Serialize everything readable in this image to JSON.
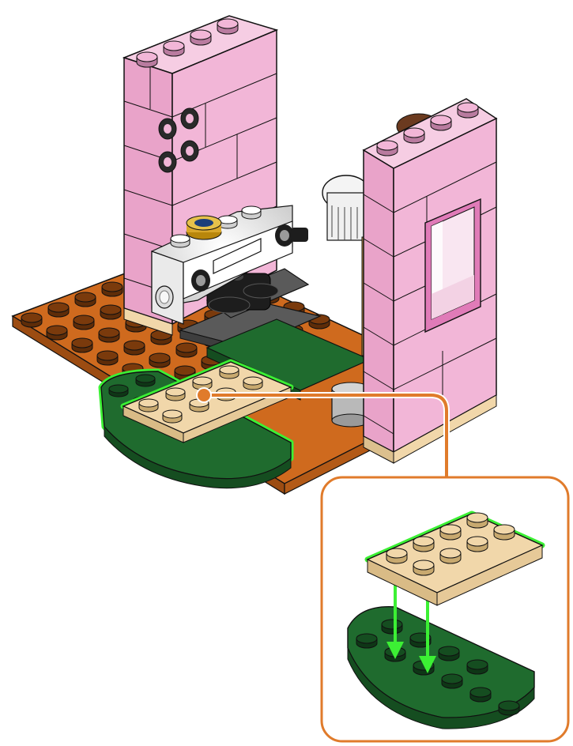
{
  "illustration": {
    "kind": "building-instruction-step",
    "main_assembly": "pink-brick-room-on-orange-base",
    "highlighted_parts": [
      "tan-plate-2x4",
      "green-half-round-plate"
    ]
  },
  "callout": {
    "shows": "tan-plate-2x4-onto-green-half-round-plate",
    "connection_arrows": 2
  },
  "colors": {
    "pink": "#f2b6d7",
    "orange": "#cf6a1e",
    "dark_green": "#1f6b2e",
    "tan": "#f1d7aa",
    "white": "#ffffff",
    "highlight": "#3cf034",
    "callout_border": "#e07b2b",
    "dark_gray": "#5a5a5a",
    "black": "#1d1d1d"
  }
}
